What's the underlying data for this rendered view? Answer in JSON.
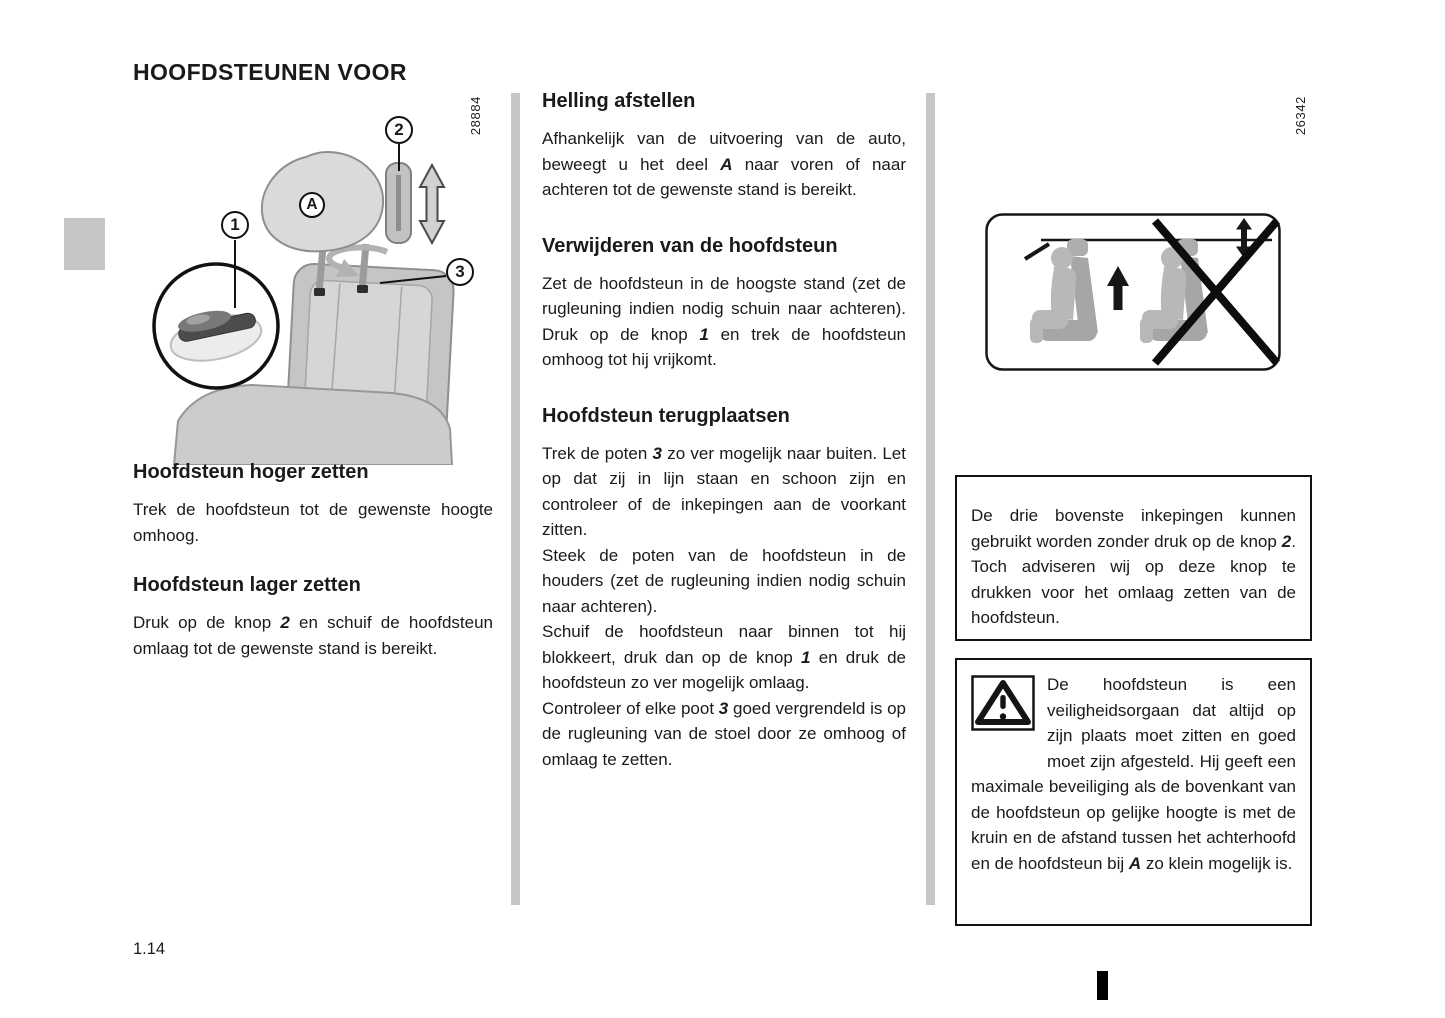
{
  "page": {
    "title": "HOOFDSTEUNEN VOOR",
    "number": "1.14"
  },
  "figures": {
    "left": {
      "code": "28884",
      "callout_1": "1",
      "callout_2": "2",
      "callout_3": "3",
      "label_a": "A"
    },
    "right": {
      "code": "26342"
    }
  },
  "left_column": {
    "sections": [
      {
        "heading": "Hoofdsteun hoger zetten",
        "paragraphs": [
          [
            {
              "t": "Trek de hoofdsteun tot de gewenste hoogte omhoog."
            }
          ]
        ]
      },
      {
        "heading": "Hoofdsteun lager zetten",
        "paragraphs": [
          [
            {
              "t": "Druk op de knop "
            },
            {
              "t": "2",
              "bi": true
            },
            {
              "t": " en schuif de hoofdsteun omlaag tot de gewenste stand is bereikt."
            }
          ]
        ]
      }
    ]
  },
  "middle_column": {
    "sections": [
      {
        "heading": "Helling afstellen",
        "paragraphs": [
          [
            {
              "t": "Afhankelijk van de uitvoering van de auto, beweegt u het deel "
            },
            {
              "t": "A",
              "bi": true
            },
            {
              "t": " naar voren of naar achteren tot de gewenste stand is bereikt."
            }
          ]
        ]
      },
      {
        "heading": "Verwijderen van de hoofdsteun",
        "paragraphs": [
          [
            {
              "t": "Zet de hoofdsteun in de hoogste stand (zet de rugleuning indien nodig schuin naar achteren). Druk op de knop "
            },
            {
              "t": "1",
              "bi": true
            },
            {
              "t": " en trek de hoofdsteun omhoog tot hij vrijkomt."
            }
          ]
        ]
      },
      {
        "heading": "Hoofdsteun terugplaatsen",
        "paragraphs": [
          [
            {
              "t": "Trek de poten "
            },
            {
              "t": "3",
              "bi": true
            },
            {
              "t": " zo ver mogelijk naar buiten. Let op dat zij in lijn staan en schoon zijn en controleer of de inkepingen aan de voorkant zitten."
            }
          ],
          [
            {
              "t": "Steek de poten van de hoofdsteun in de houders (zet de rugleuning indien nodig schuin naar achteren)."
            }
          ],
          [
            {
              "t": "Schuif de hoofdsteun naar binnen tot hij blokkeert, druk dan op de knop "
            },
            {
              "t": "1",
              "bi": true
            },
            {
              "t": " en druk de hoofdsteun zo ver mogelijk omlaag."
            }
          ],
          [
            {
              "t": "Controleer of elke poot "
            },
            {
              "t": "3",
              "bi": true
            },
            {
              "t": " goed vergrendeld is op de rugleuning van de stoel door ze omhoog of omlaag te zetten."
            }
          ]
        ]
      }
    ]
  },
  "right_column": {
    "note_box": {
      "paragraphs": [
        [
          {
            "t": "De drie bovenste inkepingen kunnen gebruikt worden zonder druk op de knop "
          },
          {
            "t": "2",
            "bi": true
          },
          {
            "t": ". Toch adviseren wij op deze knop te drukken voor het omlaag zetten van de hoofdsteun."
          }
        ]
      ]
    },
    "warning_box": {
      "paragraphs": [
        [
          {
            "t": "De hoofdsteun is een veiligheidsorgaan dat altijd op zijn plaats moet zitten en goed moet zijn afgesteld. Hij geeft een maximale beveiliging als de bovenkant van de hoofdsteun op gelijke hoogte is met de kruin en de afstand tussen het achterhoofd en de hoofdsteun bij "
          },
          {
            "t": "A",
            "bi": true
          },
          {
            "t": " zo klein mogelijk is."
          }
        ]
      ]
    }
  }
}
